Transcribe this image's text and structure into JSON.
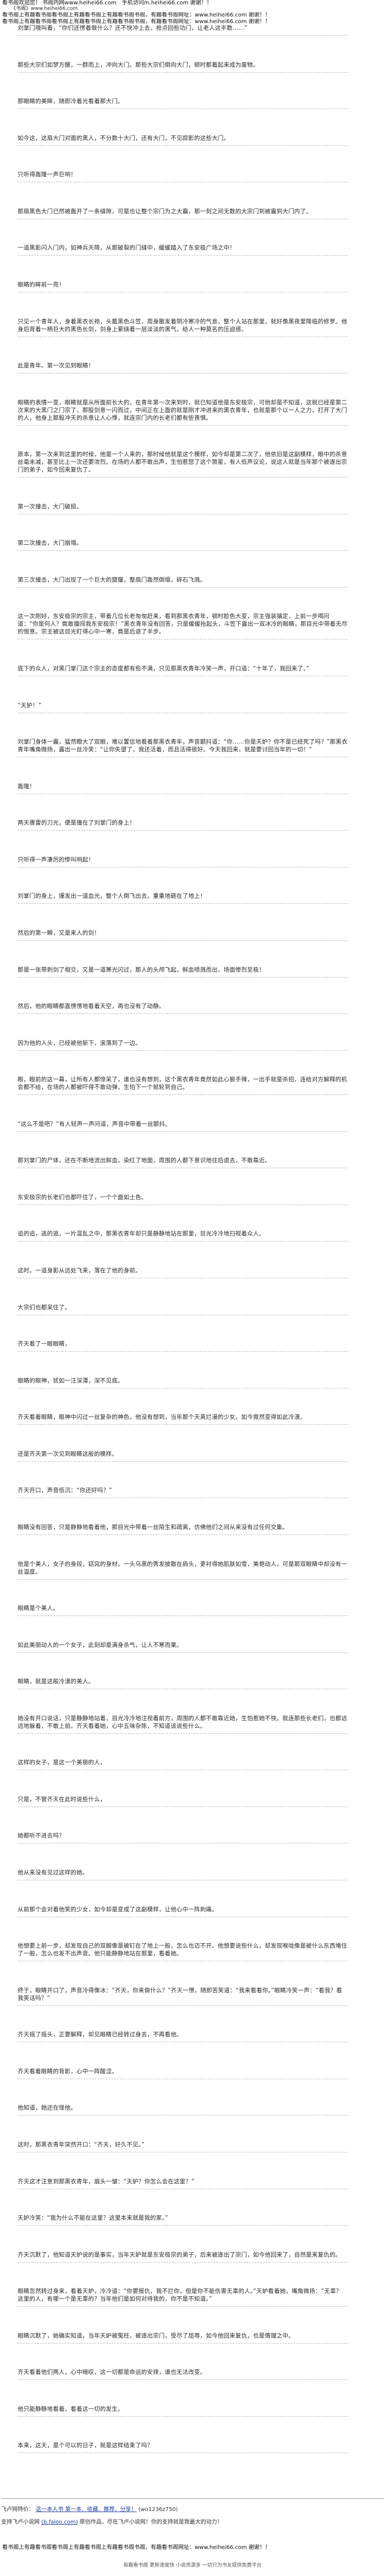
{
  "header": {
    "line1": "看书阁欢迎您！ 书阁内网www.heihei66.com　手机访问m.heihei66.com 谢谢！！",
    "line2_sub": "《书阁》www.heihei66.com",
    "line3": "看书阁上有趣看书阁看书阁上有趣看书阁上有趣看书阁书阁，有趣看书阁网址：www.heihei66.com 谢谢！！",
    "line4": "看书阁上有趣看书阁看书阁上有趣看书阁上有趣看书阁书阁，有趣看书阁网址：www.heihei66.com 谢谢！！"
  },
  "paragraphs": [
    "刘掌门哦叫着，“你们还愣着做什么？还不快冲上去，抢点回些功门，让老人这半数……”",
    "那些大宗们如梦方醒，一群而上，冲向大门。那些大宗们倒向大门，顿时都着起来成为废物。",
    "那眼睛的美眸，随即冷着光看着那大门。",
    "如今这，这扇大门对面的黑人，不分数十大门，还有大门，不见踪影的这些大门。",
    "只听得轰隆一声巨响！",
    "那扇黑色大门已然被轰开了一条缝隙，可是也让整个宗门为之大震，那一刻之间无数的大宗门到被震到大门内了。",
    "一道黑影闪入门内，如神兵天降，从那破裂的门缝中，缓缓踏入了东安极广场之中！",
    "眼睛的眸前一亮！",
    "只见一个青年人，身着黑衣长袍，头戴黑色斗笠，周身散发着阴冷寒冷的气息，整个人站在那里，就好像黑夜里降临的修罗。他身后背着一柄巨大的黑色长剑，剑身上萦绕着一层淡淡的黑气，给人一种莫名的压迫感。",
    "此是青年。第一次见到眼睛！",
    "眼睛的表情一变，眼睛就是从所面前长大的，在青年第一次来到时，就已知道他是东安极宗，可他却是不知道，这就已经是第二次来的大黑门之门宗了，那股剑意一闪而过，中间正在上面的就是刚才冲进来的黑衣青年，也就是那个以一人之力，打开了大门的人，他身上那股冲天的杀意让人心悸，就连宗门内的长老们都有些畏惧。",
    "原本，第一次来到这里的时候，他是一个人来的，那时候他就是这个模样，如今却是第二次了，他依旧是这副模样，眼中的杀意丝毫未减，甚至比上一次还要浓烈。在场的人都不敢出声，生怕惹怒了这个煞星，有人低声议论，说这人就是当年那个被逐出宗门的弟子，如今回来复仇了。",
    "第一次撞击，大门破损。",
    "第二次撞击，大门崩塌。",
    "第三次撞击，大门出现了一个巨大的窟窿，整扇门轰然倒塌，碎石飞溅。",
    "这一次刚好，东安极宗的宗主，带着几位长老匆匆赶来，看到那黑衣青年，顿时脸色大变，宗主强装镇定，上前一步喝问道：“你是何人？竟敢擅闯我东安极宗！”黑衣青年没有回答，只是缓缓抬起头，斗笠下露出一双冰冷的眼睛，那目光中带着无尽的恨意。宗主被这目光盯得心中一寒，竟是后退了半步。",
    "底下的众人，对黑门掌门这个宗主的态度都有些不满，只见那黑衣青年冷笑一声，开口道：“十年了，我回来了。”",
    "“天妒！”",
    "刘掌门身体一震，猛然瞪大了双眼，难以置信地看着那黑衣青年，声音颤抖道：“你……你是天妒？你不是已经死了吗？”那黑衣青年嘴角微扬，露出一丝冷笑：“让你失望了，我还活着，而且活得很好。今天我回来，就是要讨回当年的一切！”",
    "轰隆！",
    "两天骤雷的刀光，便是撞在了刘掌门的身上！",
    "只听得一声凄厉的惨叫响起！",
    "刘掌门的身上，爆发出一道血光，整个人倒飞出去，重重地砸在了地上！",
    "然后的第一瞬，又是来人的剑！",
    "那是一张带刺剑了相交，又是一道寒光闪过，那人的头颅飞起，鲜血喷溅而出，场面惨烈至极！",
    "然后，他的眼睛都直愣愣地看着天空，再也没有了动静。",
    "因为他的人头，已经被他斩下，滚落到了一边。",
    "眼，眼前的这一幕，让所有人都惊呆了，谁也没有想到，这个黑衣青年竟然如此心狠手辣，一出手就是杀招，连给对方解释的机会都不给，在场的人都被吓得不敢动弹，生怕下一个就轮到自己。",
    "“这么不是吧？”有人轻声一声问道，声音中带着一丝颤抖。",
    "那刘掌门的尸体，还在不断地流出鲜血，染红了地面，周围的人都下意识地往后退去，不敢靠近。",
    "东安极宗的长老们也都吓住了，一个个面如土色。",
    "追的追，逃的逃，一片混乱之中，那黑衣青年却只是静静地站在那里，目光冷冷地扫视着众人。",
    "这时，一道身影从远处飞来，落在了他的身前。",
    "大宗们也都呆住了。",
    "齐天看了一眼眼睛，",
    "眼睛的眼神，犹如一汪深潭，深不见底。",
    "齐天看着眼睛，眼神中闪过一丝复杂的神色，他没有想到，当年那个天真烂漫的少女，如今竟然变得如此冷漠。",
    "还是齐天第一次见到眼睛这般的模样。",
    "齐天开口，声音低沉：“你还好吗？”",
    "眼睛没有回答，只是静静地看着他，那目光中带着一丝陌生和疏离，仿佛他们之间从来没有过任何交集。",
    "他是个美人，女子的身段，窈窕的身材，一头乌黑的秀发披散在肩头，更衬得她肌肤如雪，美艳动人，可是那双眼睛中却没有一丝温度。",
    "眼睛是个美人。",
    "如此美丽动人的一个女子，此刻却是满身杀气，让人不寒而栗。",
    "眼睛，就是这般冷漠的美人。",
    "她没有开口说话，只是静静地站着，目光冷冷地注视着前方，周围的人都不敢靠近她，生怕惹她不快。就连那些长老们，也都远远地躲着，不敢上前。齐天看着她，心中五味杂陈，不知道该说些什么。",
    "这样的女子，是这一个美丽的人，",
    "只是，不管齐天在此时说些什么，",
    "她都听不进去吗？",
    "他从来没有见过这样的她。",
    "从前那个会对着他笑的少女，如今却是变成了这副模样，让他心中一阵刺痛。",
    "他想要上前一步，却发现自己的双脚像是被钉在了地上一般，怎么也迈不开。他想要说些什么，却发现喉咙像是被什么东西堵住了一般，怎么也发不出声音。他只能静静地站在那里，看着她。",
    "终于，眼睛开口了，声音冷得像冰：“齐天，你来做什么？”齐天一愣，随即苦笑道：“我来看看你。”眼睛冷笑一声：“看我？看我笑话吗？”",
    "齐天摇了摇头，正要解释，却见眼睛已经转过身去，不再看他。",
    "齐天看着眼睛的背影，心中一阵酸涩。",
    "他知道，她还在怪他。",
    "这时，那黑衣青年突然开口：“齐天，好久不见。”",
    "齐天这才注意到那黑衣青年，眉头一皱：“天妒？你怎么会在这里？”",
    "天妒冷笑：“我为什么不能在这里？这里本来就是我的家。”",
    "齐天沉默了，他知道天妒说的是事实，当年天妒就是东安极宗的弟子，后来被逐出了宗门，如今他回来了，自然是来复仇的。",
    "眼睛忽然转过身来，看着天妒，冷冷道：“你要报仇，我不拦你，但是你不能伤害无辜的人。”天妒看着她，嘴角微扬：“无辜？这里的人，有哪一个是无辜的？当年他们是如何对待我的，你不是不知道。”",
    "眼睛沉默了，她确实知道，当年天妒被冤枉，被逐出宗门，受尽了屈辱，如今他回来复仇，也是情理之中。",
    "齐天看着他们两人，心中暗叹，这一切都是命运的安排，谁也无法改变。",
    "他只能静静地看着，看着这一切的发生。",
    "本来，这天，是个可以的日子，就是这样结束了吗？"
  ],
  "footer": {
    "link_line1_prefix": "飞卢网特价：",
    "link_line1_text": "这一本人书 第一本、收藏、推荐、分享！",
    "link_line1_suffix": "(wo1236z750)",
    "link_line2_prefix": "支持飞卢小说网",
    "link_line2_url": "(b.faloo.com)",
    "link_line2_suffix": "原创作品，尽在飞卢小说网！你的支持就是我最大的动力！",
    "bottom_note": "看书阁上有趣看书阁看书阁上有趣看书阁上有趣看书阁书阁，有趣看书阁网址：www.heihei66.com 谢谢！！",
    "credit": "有趣看书阁 更新速度快 小说资源多 一切只为书友提供免费平台"
  }
}
